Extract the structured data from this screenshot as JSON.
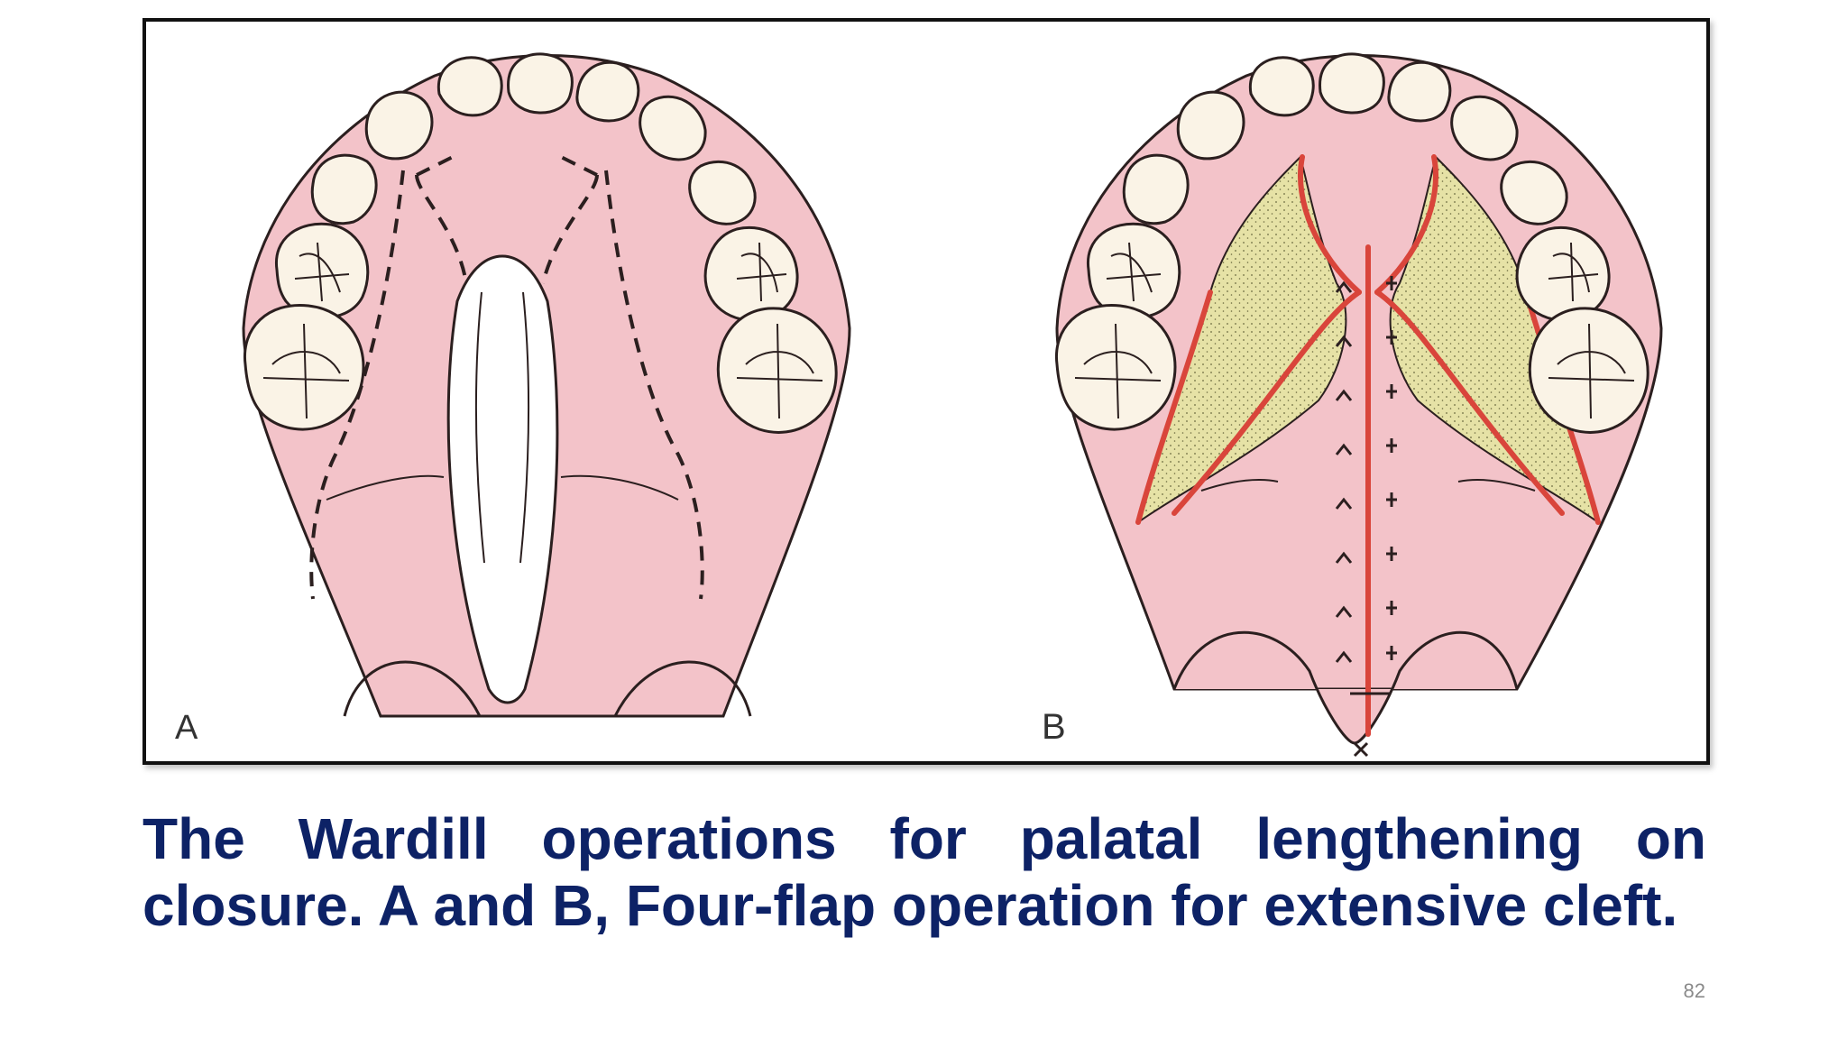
{
  "figure": {
    "panel_a_label": "A",
    "panel_b_label": "B"
  },
  "caption": "The Wardill operations for palatal lengthening on closure. A and B, Four-flap operation for extensive cleft.",
  "slide_number": "82",
  "colors": {
    "palate_pink": "#f3c3c9",
    "tooth_fill": "#faf3e6",
    "bone_yellow": "#e6e2a6",
    "incision_red": "#d9453b",
    "caption_navy": "#0d2266",
    "outline": "#2b1f1f"
  }
}
